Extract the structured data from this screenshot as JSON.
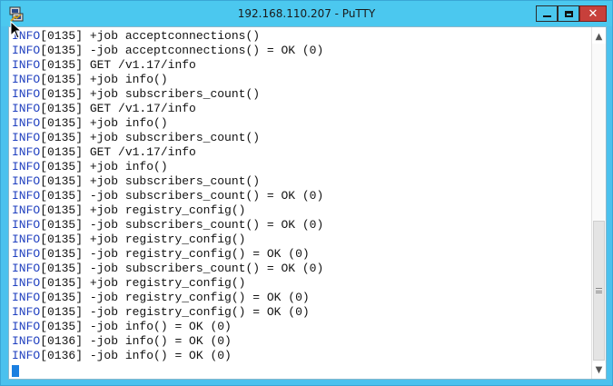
{
  "window": {
    "title": "192.168.110.207 - PuTTY",
    "icons": {
      "app": "putty-icon",
      "minimize": "minimize-icon",
      "maximize": "maximize-icon",
      "close": "close-icon"
    },
    "colors": {
      "titlebar": "#4bc8ef",
      "close_button": "#c7403b",
      "log_level": "#1f3fbf",
      "cursor": "#1a7fe0"
    }
  },
  "terminal": {
    "lines": [
      {
        "level": "INFO",
        "text": "[0135] +job acceptconnections()"
      },
      {
        "level": "INFO",
        "text": "[0135] -job acceptconnections() = OK (0)"
      },
      {
        "level": "INFO",
        "text": "[0135] GET /v1.17/info"
      },
      {
        "level": "INFO",
        "text": "[0135] +job info()"
      },
      {
        "level": "INFO",
        "text": "[0135] +job subscribers_count()"
      },
      {
        "level": "INFO",
        "text": "[0135] GET /v1.17/info"
      },
      {
        "level": "INFO",
        "text": "[0135] +job info()"
      },
      {
        "level": "INFO",
        "text": "[0135] +job subscribers_count()"
      },
      {
        "level": "INFO",
        "text": "[0135] GET /v1.17/info"
      },
      {
        "level": "INFO",
        "text": "[0135] +job info()"
      },
      {
        "level": "INFO",
        "text": "[0135] +job subscribers_count()"
      },
      {
        "level": "INFO",
        "text": "[0135] -job subscribers_count() = OK (0)"
      },
      {
        "level": "INFO",
        "text": "[0135] +job registry_config()"
      },
      {
        "level": "INFO",
        "text": "[0135] -job subscribers_count() = OK (0)"
      },
      {
        "level": "INFO",
        "text": "[0135] +job registry_config()"
      },
      {
        "level": "INFO",
        "text": "[0135] -job registry_config() = OK (0)"
      },
      {
        "level": "INFO",
        "text": "[0135] -job subscribers_count() = OK (0)"
      },
      {
        "level": "INFO",
        "text": "[0135] +job registry_config()"
      },
      {
        "level": "INFO",
        "text": "[0135] -job registry_config() = OK (0)"
      },
      {
        "level": "INFO",
        "text": "[0135] -job registry_config() = OK (0)"
      },
      {
        "level": "INFO",
        "text": "[0135] -job info() = OK (0)"
      },
      {
        "level": "INFO",
        "text": "[0136] -job info() = OK (0)"
      },
      {
        "level": "INFO",
        "text": "[0136] -job info() = OK (0)"
      }
    ]
  },
  "scrollbar": {
    "up_icon": "scroll-up-arrow-icon",
    "down_icon": "scroll-down-arrow-icon",
    "up_glyph": "▲",
    "down_glyph": "▼",
    "position_fraction": 0.58
  }
}
